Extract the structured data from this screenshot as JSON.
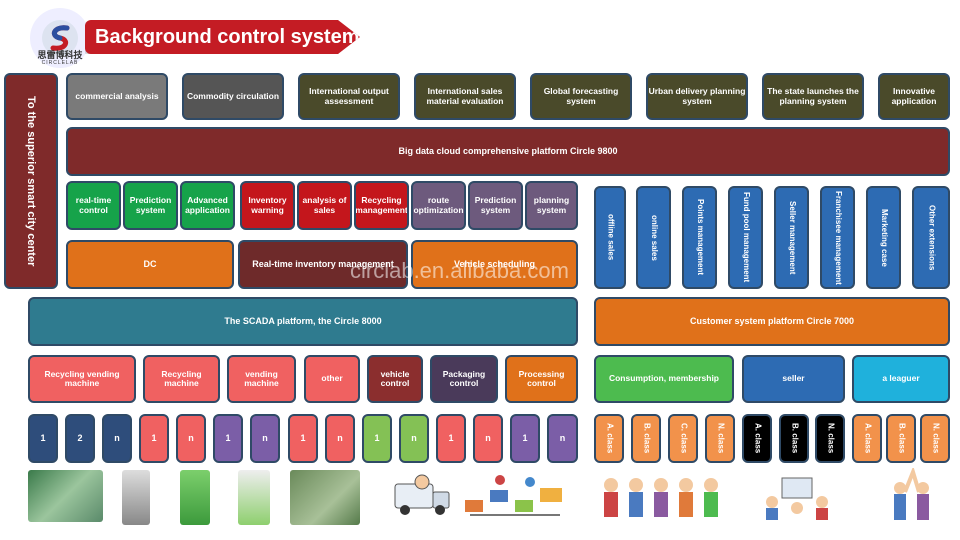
{
  "header": {
    "title": "Background control system",
    "brand": "思雷博科技",
    "brand_sub": "CIRCLELAB"
  },
  "left_vertical": "To the superior smart city center",
  "top_row": [
    "commercial analysis",
    "Commodity circulation",
    "International output assessment",
    "International sales material evaluation",
    "Global forecasting system",
    "Urban delivery planning system",
    "The state launches the planning system",
    "Innovative application"
  ],
  "big_data": "Big data cloud comprehensive platform Circle 9800",
  "modules_row": [
    "real-time control",
    "Prediction system",
    "Advanced application",
    "Inventory warning",
    "analysis of sales",
    "Recycling management",
    "route optimization",
    "Prediction system",
    "planning system"
  ],
  "mid_row": {
    "dc": "DC",
    "inventory": "Real-time inventory management",
    "vehicle": "Vehicle scheduling"
  },
  "right_verticals": [
    "offline sales",
    "online sales",
    "Points management",
    "Fund pool management",
    "Seller management",
    "Franchisee management",
    "Marketing case",
    "Other extensions"
  ],
  "scada": "The SCADA platform, the Circle 8000",
  "customer": "Customer system platform Circle 7000",
  "devices": [
    "Recycling vending machine",
    "Recycling machine",
    "vending machine",
    "other",
    "vehicle control",
    "Packaging control",
    "Processing control"
  ],
  "customers": [
    "Consumption, membership",
    "seller",
    "a leaguer"
  ],
  "bottom_left": [
    "1",
    "2",
    "n",
    "1",
    "n",
    "1",
    "n",
    "1",
    "n",
    "1",
    "n",
    "1",
    "n",
    "1",
    "n"
  ],
  "bottom_right": [
    "A. class",
    "B. class",
    "C. class",
    "N. class",
    "A. class",
    "B. class",
    "N. class",
    "A. class",
    "B. class",
    "N. class"
  ],
  "watermark": "circlab.en.alibaba.com"
}
